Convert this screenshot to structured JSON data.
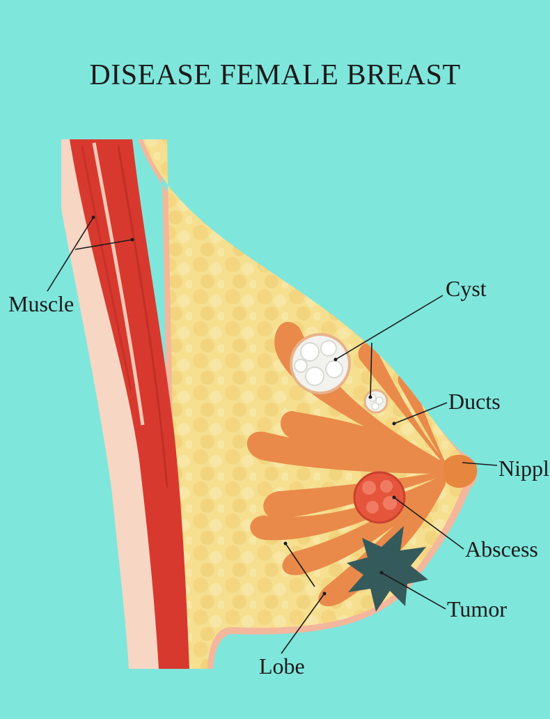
{
  "title": "DISEASE FEMALE BREAST",
  "labels": {
    "muscle": "Muscle",
    "cyst": "Cyst",
    "ducts": "Ducts",
    "nipple": "Nipple",
    "abscess": "Abscess",
    "tumor": "Tumor",
    "lobe": "Lobe"
  },
  "colors": {
    "frame": "#7fe6dc",
    "skin": "#f5c9b0",
    "muscle": "#d8392e",
    "muscle_dark": "#b22a22",
    "fat": "#f6df8f",
    "lobe": "#e98a4a",
    "cyst": "#f2f2ee",
    "abscess": "#e5553c",
    "tumor": "#355a5c",
    "nipple": "#e7863f"
  }
}
